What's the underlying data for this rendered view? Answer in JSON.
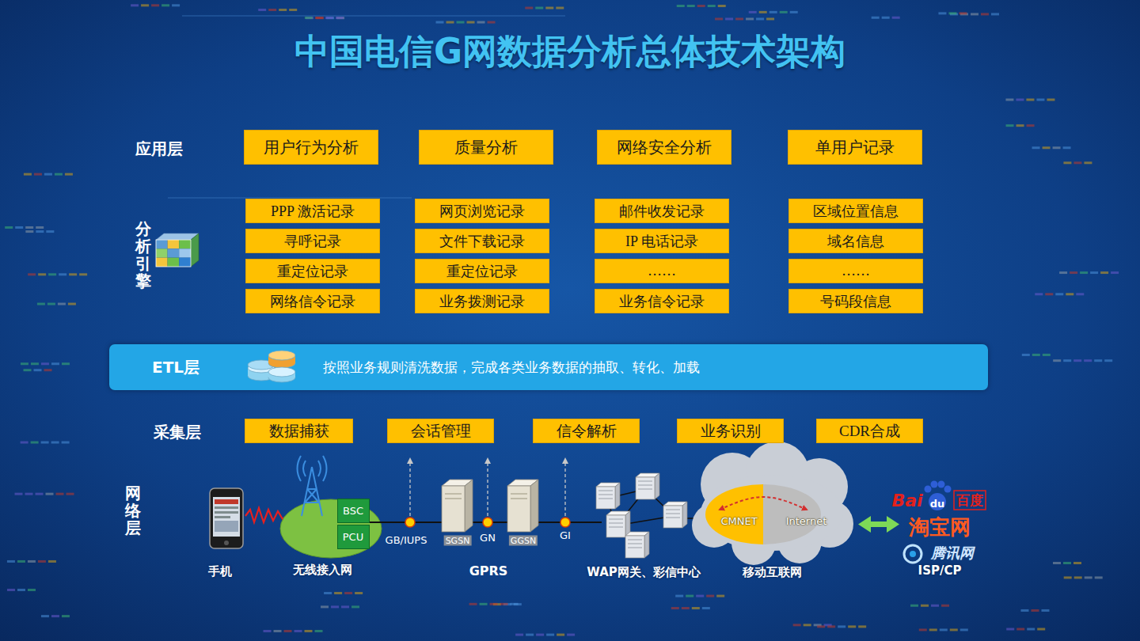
{
  "diagram": {
    "title": "中国电信G网数据分析总体技术架构",
    "nodes": [
      {
        "text": [
          "用户行为分析"
        ]
      },
      {
        "text": [
          "质量分析"
        ]
      },
      {
        "text": [
          "网络安全分析"
        ]
      },
      {
        "text": [
          "单用户记录"
        ]
      },
      {
        "text": [
          "PPP 激活记录"
        ]
      },
      {
        "text": [
          "网页浏览记录"
        ]
      },
      {
        "text": [
          "邮件收发记录"
        ]
      },
      {
        "text": [
          "区域位置信息"
        ]
      },
      {
        "text": [
          "寻呼记录"
        ]
      },
      {
        "text": [
          "文件下载记录"
        ]
      },
      {
        "text": [
          "IP 电话记录"
        ]
      },
      {
        "text": [
          "域名信息"
        ]
      },
      {
        "text": [
          "重定位记录"
        ]
      },
      {
        "text": [
          "重定位记录"
        ]
      },
      {
        "text": [
          "……"
        ]
      },
      {
        "text": [
          "……"
        ]
      },
      {
        "text": [
          "网络信令记录"
        ]
      },
      {
        "text": [
          "业务拨测记录"
        ]
      },
      {
        "text": [
          "业务信令记录"
        ]
      },
      {
        "text": [
          "号码段信息"
        ]
      },
      {
        "text": [
          "ETL层",
          "按照业务规则清洗数据，完成各类业务数据的抽取、转化、加载"
        ]
      },
      {
        "text": [
          "数据捕获"
        ]
      },
      {
        "text": [
          "会话管理"
        ]
      },
      {
        "text": [
          "信令解析"
        ]
      },
      {
        "text": [
          "业务识别"
        ]
      },
      {
        "text": [
          "CDR合成"
        ]
      },
      {
        "text": [
          "BSC"
        ]
      },
      {
        "text": [
          "PCU"
        ]
      },
      {
        "text": [
          "CMNET",
          "Internet"
        ]
      }
    ],
    "labels": [
      "应用层",
      "分析引擎",
      "采集层",
      "网络层",
      "GB/IUPS",
      "SGSN",
      "GN",
      "GGSN",
      "GI",
      "手机",
      "无线接入网",
      "GPRS",
      "WAP网关、彩信中心",
      "移动互联网",
      "Bai",
      "du",
      "百度",
      "淘宝网",
      "腾讯网",
      "ISP/CP"
    ]
  }
}
